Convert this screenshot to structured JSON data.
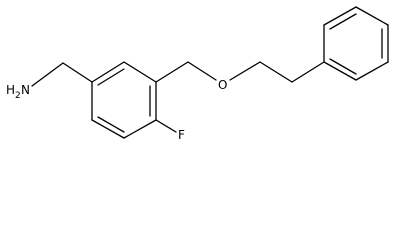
{
  "molecule": {
    "atoms": {
      "amine": {
        "element": "N",
        "hydrogens": "H",
        "count": "2"
      },
      "ether_oxygen": {
        "element": "O"
      },
      "fluorine": {
        "element": "F"
      }
    }
  },
  "colors": {
    "bond": "#000000",
    "text": "#000000",
    "background": "#ffffff"
  }
}
